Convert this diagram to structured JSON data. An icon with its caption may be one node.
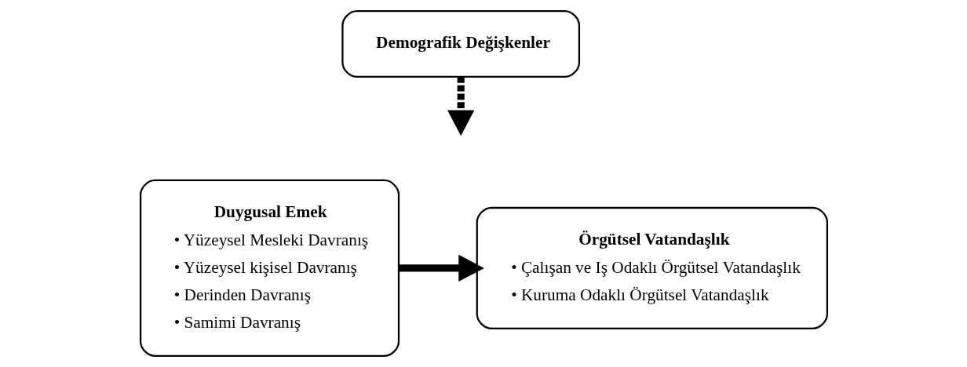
{
  "diagram": {
    "nodes": [
      {
        "text": [
          "Demografik Değişkenler"
        ]
      },
      {
        "text": [
          "Duygusal Emek",
          "• Yüzeysel Mesleki Davranış",
          "• Yüzeysel kişisel Davranış",
          "• Derinden Davranış",
          "• Samimi Davranış"
        ]
      },
      {
        "text": [
          "Örgütsel Vatandaşlık",
          "• Çalışan ve Iş Odaklı Örgütsel Vatandaşlık",
          "• Kuruma Odaklı Örgütsel Vatandaşlık"
        ]
      }
    ],
    "edges": [
      {
        "from": 1,
        "to": 2,
        "arrow": "to"
      },
      {
        "from": 0,
        "to": null,
        "arrow": "to",
        "style": "dashed"
      }
    ]
  }
}
